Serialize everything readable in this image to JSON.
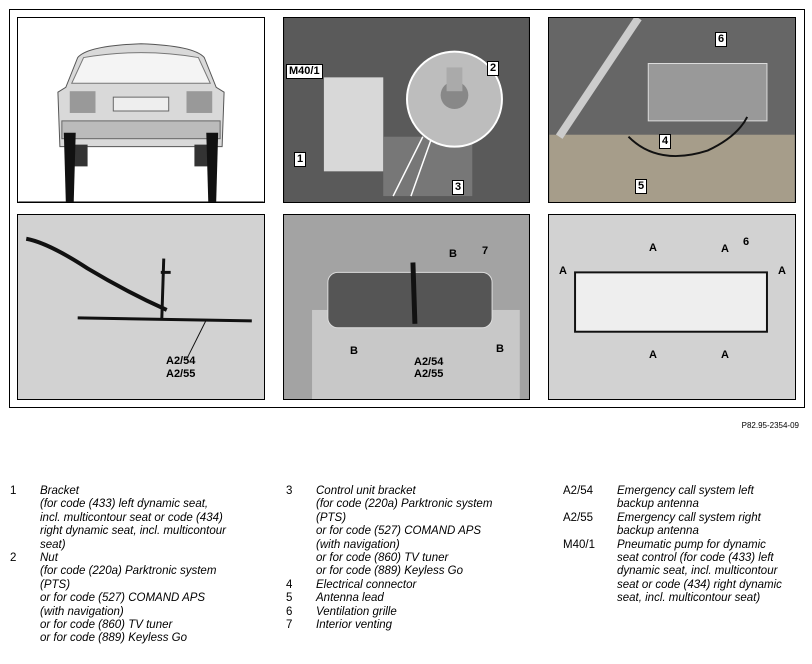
{
  "figure": {
    "panels": [
      {
        "id": "p1",
        "callouts": []
      },
      {
        "id": "p2",
        "callouts": [
          "M40/1",
          "2",
          "1",
          "3"
        ]
      },
      {
        "id": "p3",
        "callouts": [
          "6",
          "4",
          "5"
        ]
      },
      {
        "id": "p4",
        "callouts": [
          "A2/54",
          "A2/55"
        ]
      },
      {
        "id": "p5",
        "callouts": [
          "B",
          "7",
          "B",
          "B",
          "A2/54",
          "A2/55"
        ]
      },
      {
        "id": "p6",
        "callouts": [
          "A",
          "A",
          "6",
          "A",
          "A",
          "A",
          "A"
        ]
      }
    ],
    "reference": "P82.95-2354-09"
  },
  "legend": {
    "col1": [
      {
        "num": "1",
        "text": "Bracket\n(for code (433) left dynamic seat,\nincl. multicontour seat or code (434)\nright dynamic seat, incl. multicontour\nseat)"
      },
      {
        "num": "2",
        "text": "Nut\n(for code (220a) Parktronic system\n(PTS)\nor for code (527) COMAND APS\n(with navigation)\nor for code (860) TV tuner\nor for code (889) Keyless Go"
      }
    ],
    "col2": [
      {
        "num": "3",
        "text": "Control unit bracket\n(for code (220a) Parktronic system\n(PTS)\nor for code (527) COMAND APS\n(with navigation)\nor for code (860) TV tuner\nor for code (889) Keyless Go"
      },
      {
        "num": "4",
        "text": "Electrical connector"
      },
      {
        "num": "5",
        "text": "Antenna lead"
      },
      {
        "num": "6",
        "text": "Ventilation grille"
      },
      {
        "num": "7",
        "text": "Interior venting"
      }
    ],
    "col3": [
      {
        "num": "A2/54",
        "text": " Emergency call system left\nbackup antenna"
      },
      {
        "num": "A2/55",
        "text": "Emergency call system right\nbackup antenna"
      },
      {
        "num": "M40/1",
        "text": "Pneumatic pump for dynamic\nseat control (for code (433) left\ndynamic seat, incl. multicontour\nseat or code (434) right dynamic\nseat, incl. multicontour seat)"
      }
    ]
  }
}
